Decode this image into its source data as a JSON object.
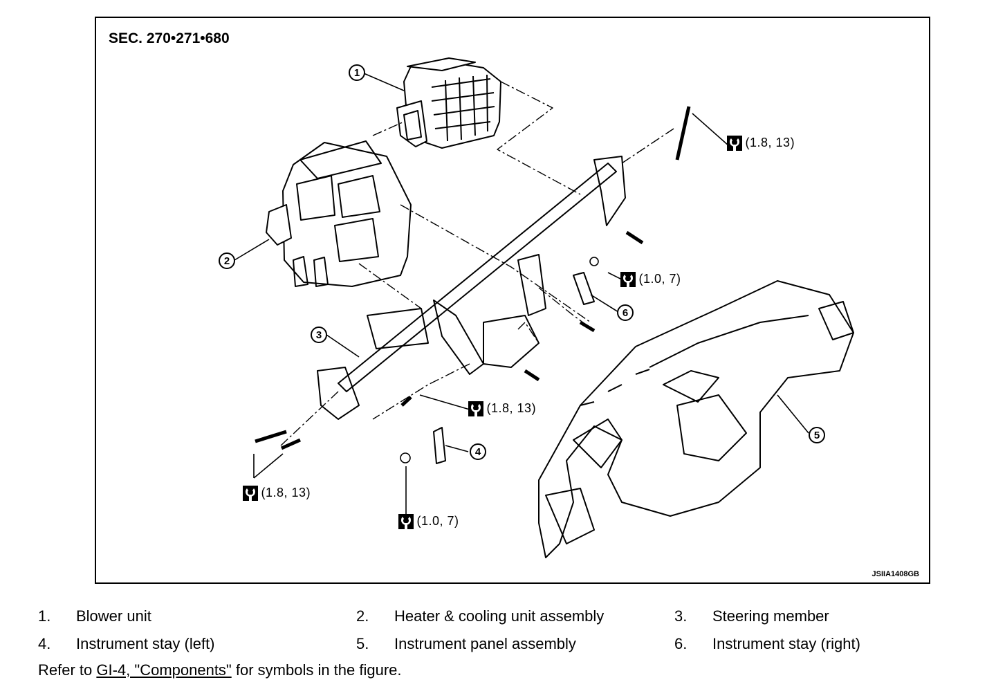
{
  "figure": {
    "section_title": "SEC. 270•271•680",
    "figure_id": "JSIIA1408GB",
    "callouts": [
      "1",
      "2",
      "3",
      "4",
      "5",
      "6"
    ],
    "torque_specs": [
      {
        "value": "18 (1.8, 13)"
      },
      {
        "value": "10 (1.0, 7)"
      },
      {
        "value": "18 (1.8, 13)"
      },
      {
        "value": "18 (1.8, 13)"
      },
      {
        "value": "10 (1.0, 7)"
      }
    ]
  },
  "legend": {
    "items": [
      {
        "num": "1.",
        "label": "Blower unit"
      },
      {
        "num": "2.",
        "label": "Heater & cooling unit assembly"
      },
      {
        "num": "3.",
        "label": "Steering member"
      },
      {
        "num": "4.",
        "label": "Instrument stay (left)"
      },
      {
        "num": "5.",
        "label": "Instrument panel assembly"
      },
      {
        "num": "6.",
        "label": "Instrument stay (right)"
      }
    ],
    "refer": {
      "prefix": "Refer to ",
      "link": "GI-4, \"Components\"",
      "suffix": " for symbols in the figure."
    }
  }
}
